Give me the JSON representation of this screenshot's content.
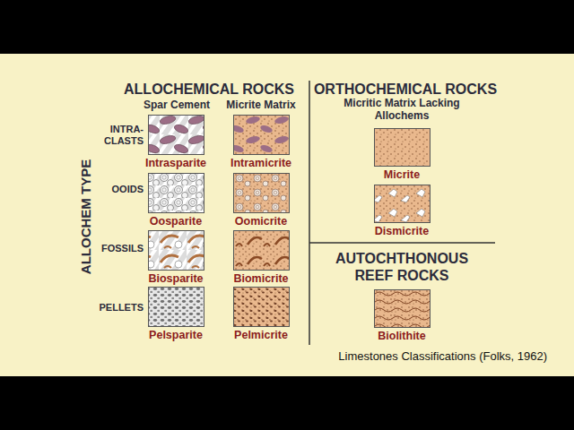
{
  "diagram": {
    "caption": "Limestones Classifications (Folks, 1962)",
    "nodes": [
      {
        "text": [
          "Intrasparite"
        ]
      },
      {
        "text": [
          "Intramicrite"
        ]
      },
      {
        "text": [
          "Oosparite"
        ]
      },
      {
        "text": [
          "Oomicrite"
        ]
      },
      {
        "text": [
          "Biosparite"
        ]
      },
      {
        "text": [
          "Biomicrite"
        ]
      },
      {
        "text": [
          "Pelsparite"
        ]
      },
      {
        "text": [
          "Pelmicrite"
        ]
      },
      {
        "text": [
          "Micrite"
        ]
      },
      {
        "text": [
          "Dismicrite"
        ]
      },
      {
        "text": [
          "Biolithite"
        ]
      }
    ],
    "labels": [
      "ALLOCHEMICAL ROCKS",
      "Spar Cement",
      "Micrite Matrix",
      "ALLOCHEM TYPE",
      "INTRA- CLASTS",
      "OOIDS",
      "FOSSILS",
      "PELLETS",
      "ORTHOCHEMICAL ROCKS",
      "Micritic Matrix Lacking Allochems",
      "AUTOCHTHONOUS REEF ROCKS"
    ]
  }
}
